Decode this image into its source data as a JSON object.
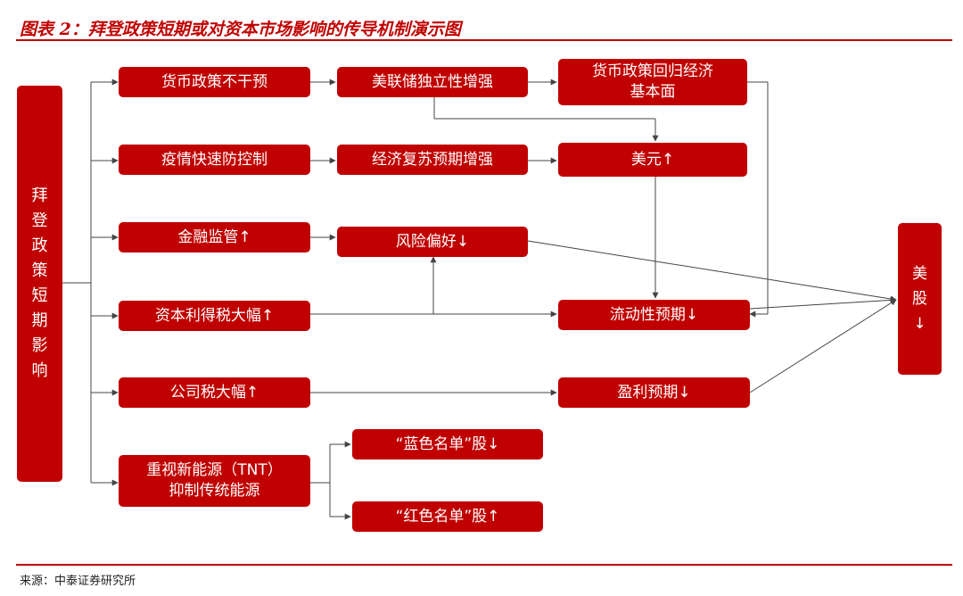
{
  "title": "图表 2：拜登政策短期或对资本市场影响的传导机制演示图",
  "source": "来源：中泰证券研究所",
  "colors": {
    "accent": "#c00000",
    "line": "#444444"
  },
  "nodes": {
    "root": "拜登政策短期影响",
    "monetary": "货币政策不干预",
    "epidemic": "疫情快速防控制",
    "finreg": "金融监管↑",
    "capgains": "资本利得税大幅↑",
    "corptax": "公司税大幅↑",
    "energy_line1": "重视新能源（TNT）",
    "energy_line2": "抑制传统能源",
    "fed_indep": "美联储独立性增强",
    "econ_recovery": "经济复苏预期增强",
    "risk_pref": "风险偏好↓",
    "blue_list": "“蓝色名单”股↓",
    "red_list": "“红色名单”股↑",
    "policy_return_line1": "货币政策回归经济",
    "policy_return_line2": "基本面",
    "usd": "美元↑",
    "liquidity": "流动性预期↓",
    "earnings": "盈利预期↓",
    "stocks": "美股↓"
  }
}
